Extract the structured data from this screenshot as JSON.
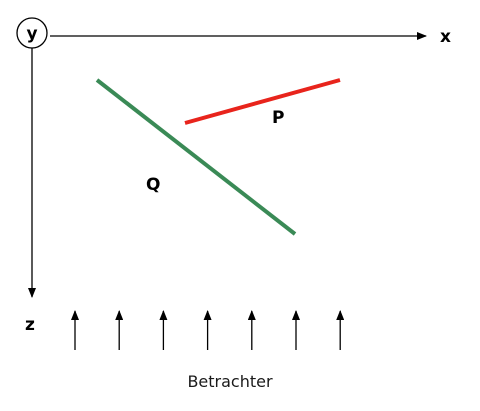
{
  "axes": {
    "x_label": "x",
    "y_label": "y",
    "z_label": "z",
    "color": "#000000"
  },
  "segments": {
    "p": {
      "label": "P",
      "color": "#e8241c"
    },
    "q": {
      "label": "Q",
      "color": "#3a8a56"
    }
  },
  "viewer": {
    "label": "Betrachter",
    "arrow_count": 7
  }
}
